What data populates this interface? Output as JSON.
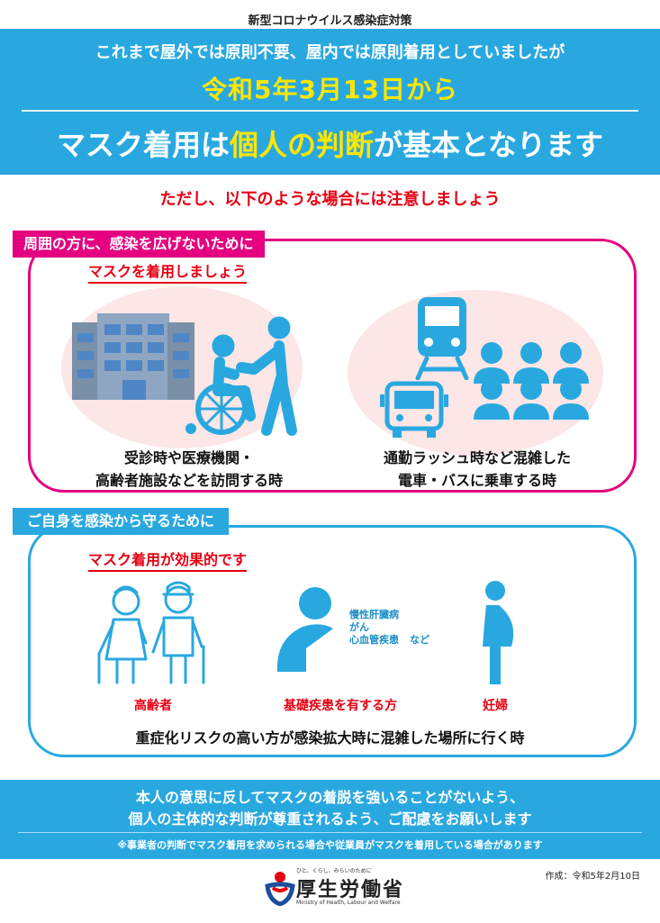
{
  "header": {
    "category": "新型コロナウイルス感染症対策",
    "intro": "これまで屋外では原則不要、屋内では原則着用としていましたが",
    "date": "令和5年3月13日から",
    "headline_pre": "マスク着用は",
    "headline_highlight": "個人の判断",
    "headline_post": "が基本となります"
  },
  "caution": "ただし、以下のような場合には注意しましょう",
  "section1": {
    "tag": "周囲の方に、感染を広げないために",
    "subtitle": "マスクを着用しましょう",
    "left_caption_line1": "受診時や医療機関・",
    "left_caption_line2": "高齢者施設などを訪問する時",
    "right_caption_line1": "通勤ラッシュ時など混雑した",
    "right_caption_line2": "電車・バスに乗車する時"
  },
  "section2": {
    "tag": "ご自身を感染から守るために",
    "subtitle": "マスク着用が効果的です",
    "elderly": "高齢者",
    "underlying": "基礎疾患を有する方",
    "pregnant": "妊婦",
    "disease_1": "慢性肝臓病",
    "disease_2": "がん",
    "disease_3": "心血管疾患",
    "disease_etc": "など",
    "risk": "重症化リスクの高い方が感染拡大時に混雑した場所に行く時"
  },
  "footer": {
    "request_line1": "本人の意思に反してマスクの着脱を強いることがないよう、",
    "request_line2": "個人の主体的な判断が尊重されるよう、ご配慮をお願いします",
    "note": "※事業者の判断でマスク着用を求められる場合や従業員がマスクを着用している場合があります",
    "created": "作成：令和5年2月10日",
    "logo_tagline": "ひと、くらし、みらいのために",
    "logo_name": "厚生労働省",
    "logo_en": "Ministry of Health, Labour and Welfare"
  },
  "colors": {
    "blue": "#29a8e0",
    "yellow": "#ffe600",
    "magenta": "#e4007f",
    "red": "#e60012",
    "pink_bg": "#fce6e6"
  },
  "icons": [
    "hospital-building-icon",
    "wheelchair-caregiver-icon",
    "train-icon",
    "bus-icon",
    "crowd-icon",
    "elderly-couple-icon",
    "person-icon",
    "pregnant-woman-icon",
    "mhlw-logo-icon"
  ]
}
